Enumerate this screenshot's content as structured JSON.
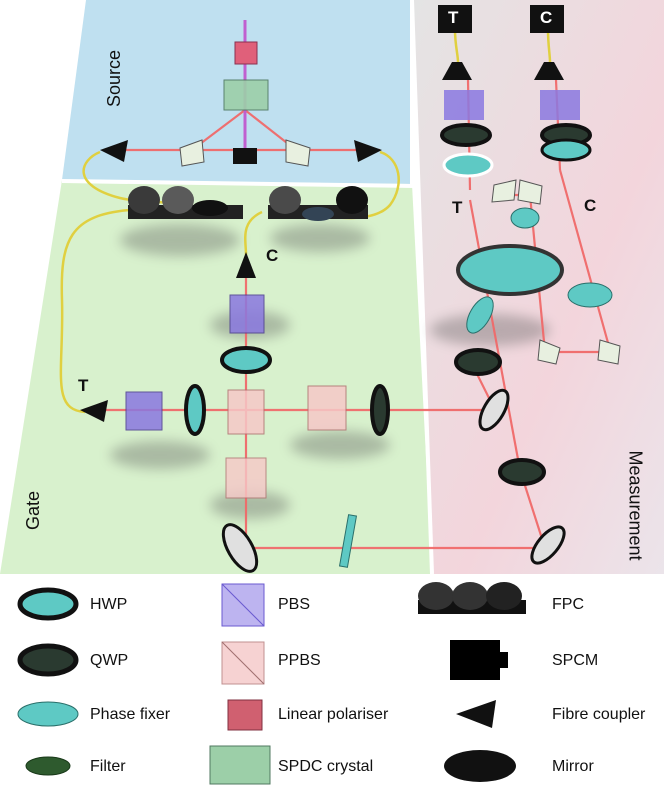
{
  "regions": {
    "source": "Source",
    "gate": "Gate",
    "measurement": "Measurement"
  },
  "port_labels": {
    "detector_t": "T",
    "detector_c": "C",
    "beam_t": "T",
    "beam_c": "C",
    "gate_c": "C",
    "gate_t": "T"
  },
  "legend": [
    {
      "key": "hwp",
      "label": "HWP"
    },
    {
      "key": "pbs",
      "label": "PBS"
    },
    {
      "key": "fpc",
      "label": "FPC"
    },
    {
      "key": "qwp",
      "label": "QWP"
    },
    {
      "key": "ppbs",
      "label": "PPBS"
    },
    {
      "key": "spcm",
      "label": "SPCM"
    },
    {
      "key": "phase_fixer",
      "label": "Phase fixer"
    },
    {
      "key": "linear_polariser",
      "label": "Linear polariser"
    },
    {
      "key": "fibre_coupler",
      "label": "Fibre coupler"
    },
    {
      "key": "filter",
      "label": "Filter"
    },
    {
      "key": "spdc_crystal",
      "label": "SPDC crystal"
    },
    {
      "key": "mirror",
      "label": "Mirror"
    }
  ],
  "colors": {
    "source_bg": "#bfe0f0",
    "gate_bg": "#d6f0cc",
    "measurement_bg": "#e6dde4",
    "beam": "#f06a6a",
    "pump": "#c060d0",
    "fibre": "#e0d040",
    "hwp": "#5ec9c4",
    "pbs": "#8a78e0",
    "ppbs": "#f2b8b8"
  }
}
